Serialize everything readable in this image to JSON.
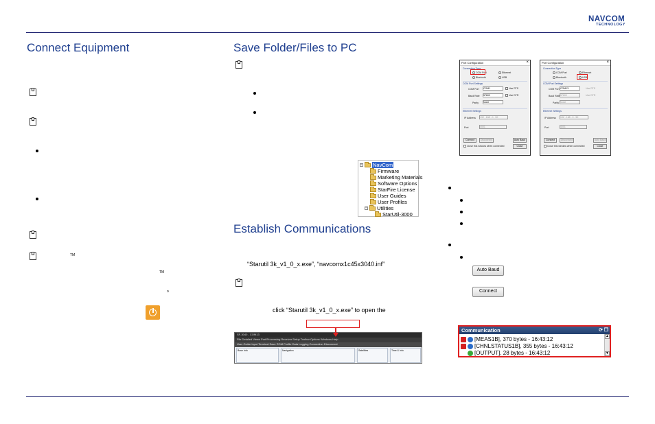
{
  "header": {
    "logo_text": "NAVCOM",
    "logo_sub": "TECHNOLOGY"
  },
  "left": {
    "heading": "Connect Equipment",
    "tm_mark_1": "TM",
    "tm_mark_2": "TM",
    "degree_mark": "o"
  },
  "middle": {
    "heading_save": "Save Folder/Files to PC",
    "heading_comm": "Establish Communications",
    "files_text": "“Starutil 3k_v1_0_x.exe”, “navcomx1c45x3040.inf”",
    "click_text": "click “Starutil 3k_v1_0_x.exe” to open the"
  },
  "folder_tree": {
    "root": "NavCom",
    "items": [
      "Firmware",
      "Marketing Materials",
      "Software Options",
      "StarFire License",
      "User Guides",
      "User Profiles"
    ],
    "utilities": "Utilities",
    "sub": "StarUtil-3000"
  },
  "dialog_left": {
    "title": "Port Configuration",
    "connection_type": "Connection Type",
    "com_port": "COM Port",
    "ethernet": "Ethernet",
    "bluetooth": "Bluetooth",
    "usb": "USB",
    "com_settings": "COM Port Settings",
    "com_port_label": "COM Port",
    "com_port_value": "COM1",
    "baud_label": "Baud Rate",
    "baud_value": "57600",
    "parity_label": "Parity",
    "parity_value": "None",
    "use_rts": "Use RTS",
    "use_dtr": "Use DTR",
    "ethernet_settings": "Ethernet Settings",
    "ip_label": "IP Address",
    "port_label": "Port",
    "ip_value": "192 . 168 . 0 . 50",
    "port_value": "4001",
    "connect": "Connect",
    "disconnect": "Disconnect",
    "auto_baud": "Auto Baud",
    "close": "Close",
    "close_when": "Close this window when connected"
  },
  "dialog_right": {
    "title": "Port Configuration",
    "connection_type": "Connection Type",
    "com_port": "COM Port",
    "ethernet": "Ethernet",
    "bluetooth": "Bluetooth",
    "usb": "USB",
    "com_settings": "COM Port Settings",
    "com_port_label": "COM Port",
    "com_port_value": "COM13",
    "baud_label": "Baud Rate",
    "baud_value": "57600",
    "parity_label": "Parity",
    "parity_value": "None",
    "use_rts": "Use RTS",
    "use_dtr": "Use DTR",
    "ethernet_settings": "Ethernet Settings",
    "ip_label": "IP Address",
    "port_label": "Port",
    "ip_value": "192 . 168 . 0 . 50",
    "port_value": "4001",
    "connect": "Connect",
    "disconnect": "Disconnect",
    "auto_baud": "Auto Baud",
    "close": "Close",
    "close_when": "Close this window when connected"
  },
  "buttons": {
    "auto_baud": "Auto Baud",
    "connect": "Connect"
  },
  "app": {
    "title": "SF-3040 - COM13",
    "menu": "File   Detailed Views   Port/Processing   Receiver Setup   Toolbar Options   Windows   Help",
    "toolbar": "User Guide    Input Terminal    Save ROM Profile    Data Logging    Connection    Disconnect",
    "panel1": "Base Info",
    "panel2": "Navigation",
    "panel3": "Satellites",
    "panel4": "Time & Info"
  },
  "communication": {
    "title": "Communication",
    "rows": [
      "[MEAS1B], 370 bytes - 16:43:12",
      "[CHNLSTATUS1B], 355 bytes - 16:43:12",
      "[OUTPUT], 28 bytes - 16:43:12"
    ]
  }
}
